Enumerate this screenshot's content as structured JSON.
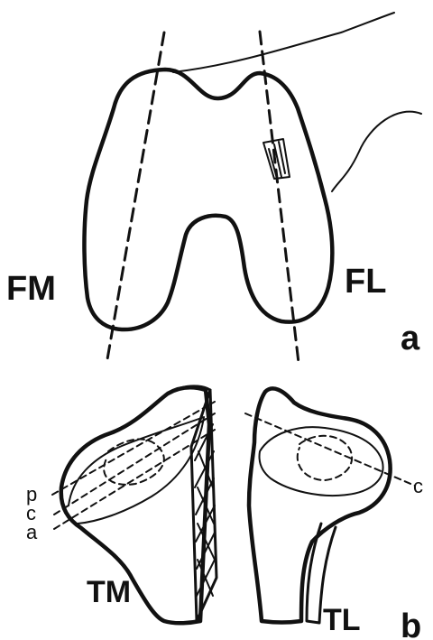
{
  "labels": {
    "femur_medial": "FM",
    "femur_lateral": "FL",
    "panel_a": "a",
    "tibia_medial": "TM",
    "tibia_lateral": "TL",
    "panel_b": "b",
    "line_p": "p",
    "line_c_medial": "c",
    "line_a": "a",
    "line_c_lateral": "c"
  },
  "colors": {
    "ink": "#111111",
    "background": "#ffffff"
  }
}
